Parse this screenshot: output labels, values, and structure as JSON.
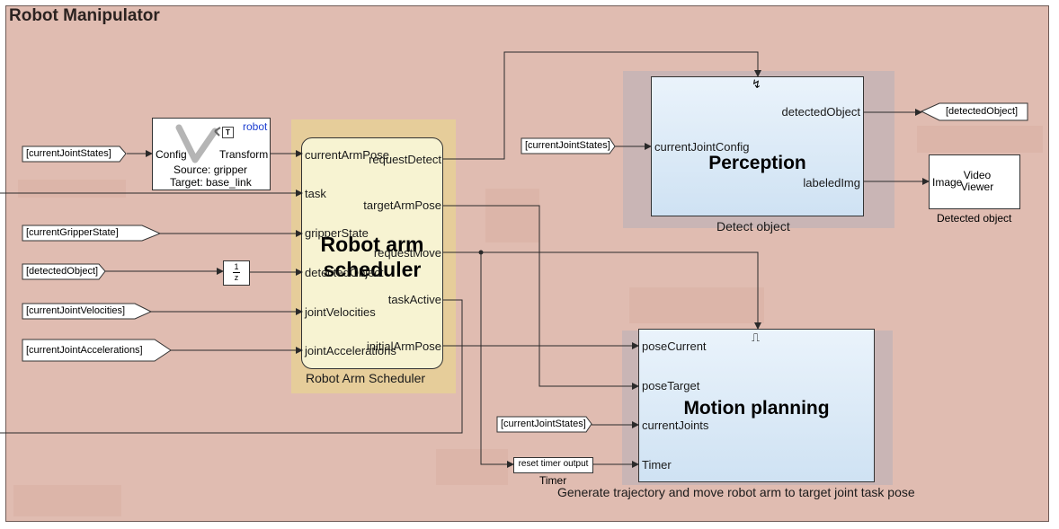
{
  "model": {
    "title": "Robot Manipulator"
  },
  "transform_block": {
    "mask_label": "robot",
    "in_port": "Config",
    "out_port": "Transform",
    "source": "Source: gripper",
    "target": "Target: base_link",
    "icon_glyph": "T"
  },
  "scheduler": {
    "title": "Robot arm scheduler",
    "caption": "Robot Arm Scheduler",
    "inputs": [
      "currentArmPose",
      "task",
      "gripperState",
      "detectedObject",
      "jointVelocities",
      "jointAccelerations"
    ],
    "outputs": [
      "requestDetect",
      "targetArmPose",
      "requestMove",
      "taskActive",
      "initialArmPose"
    ]
  },
  "perception": {
    "title": "Perception",
    "caption": "Detect object",
    "inputs": [
      "currentJointConfig"
    ],
    "outputs": [
      "detectedObject",
      "labeledImg"
    ],
    "trigger_glyph": "↯"
  },
  "motion": {
    "title": "Motion planning",
    "caption": "Generate trajectory and move robot arm to target joint task pose",
    "inputs": [
      "poseCurrent",
      "poseTarget",
      "currentJoints",
      "Timer"
    ],
    "trigger_glyph": "⎍"
  },
  "video_viewer": {
    "in_port": "Image",
    "label": "Video Viewer",
    "caption": "Detected object"
  },
  "unit_delay": {
    "num": "1",
    "den": "z"
  },
  "timer": {
    "label": "reset timer output",
    "caption": "Timer"
  },
  "from_tags": {
    "currentJointStates_1": "[currentJointStates]",
    "currentGripperState": "[currentGripperState]",
    "detectedObject": "[detectedObject]",
    "currentJointVelocities": "[currentJointVelocities]",
    "currentJointAccelerations": "[currentJointAccelerations]",
    "currentJointStates_2": "[currentJointStates]",
    "currentJointStates_3": "[currentJointStates]"
  },
  "goto_tags": {
    "detectedObject": "[detectedObject]"
  },
  "colors": {
    "background": "#e0bcb1",
    "scheduler_area": "#e6cd9a",
    "scheduler_block": "#f7f3d2",
    "subsystem_area": "#c9b5b5",
    "subsystem_block": "#dcebf8",
    "wire": "#2a2a2a"
  }
}
